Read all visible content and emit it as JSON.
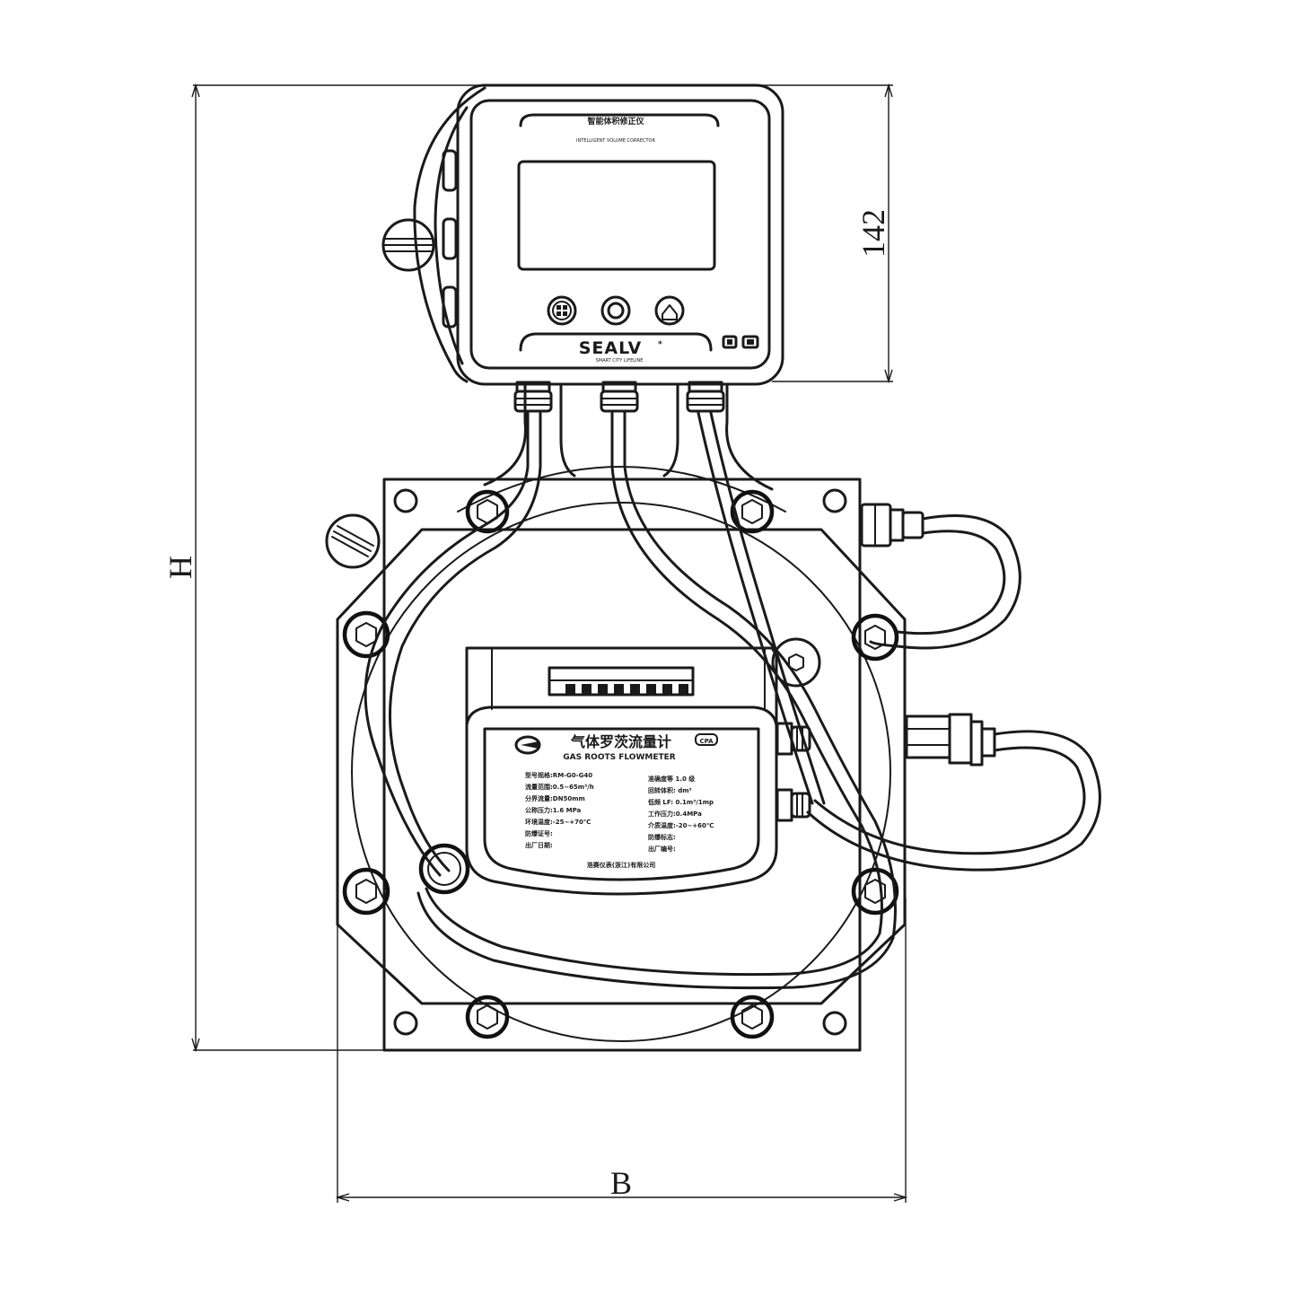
{
  "dimensions": {
    "height_label": "H",
    "width_label": "B",
    "display_height_label": "142"
  },
  "volume_corrector": {
    "title_cn": "智能体积修正仪",
    "title_en": "INTELLIGENT VOLUME CORRECTOR",
    "brand": "SEALV",
    "brand_mark": "*",
    "brand_tagline": "SMART CITY LIFELINE",
    "buttons": [
      "menu-button",
      "confirm-button",
      "home-button"
    ]
  },
  "nameplate": {
    "title_cn": "气体罗茨流量计",
    "title_en": "GAS ROOTS FLOWMETER",
    "cert_mark": "CPA",
    "left_fields": [
      "型号规格:RM-G0-G40",
      "流量范围:0.5~65m³/h",
      "分界流量:DN50mm",
      "公称压力:1.6 MPa",
      "环境温度:-25~+70℃",
      "防爆证号:",
      "出厂日期:"
    ],
    "right_fields": [
      "准确度等 1.0 级",
      "回转体积:      dm³",
      "低频 LF:  0.1m³/1mp",
      "工作压力:0.4MPa",
      "介质温度:-20~+60℃",
      "防爆标志:",
      "出厂编号:"
    ],
    "manufacturer": "浩赛仪表(浙江)有限公司"
  },
  "colors": {
    "line": "#1a1a1a",
    "background": "#ffffff"
  }
}
